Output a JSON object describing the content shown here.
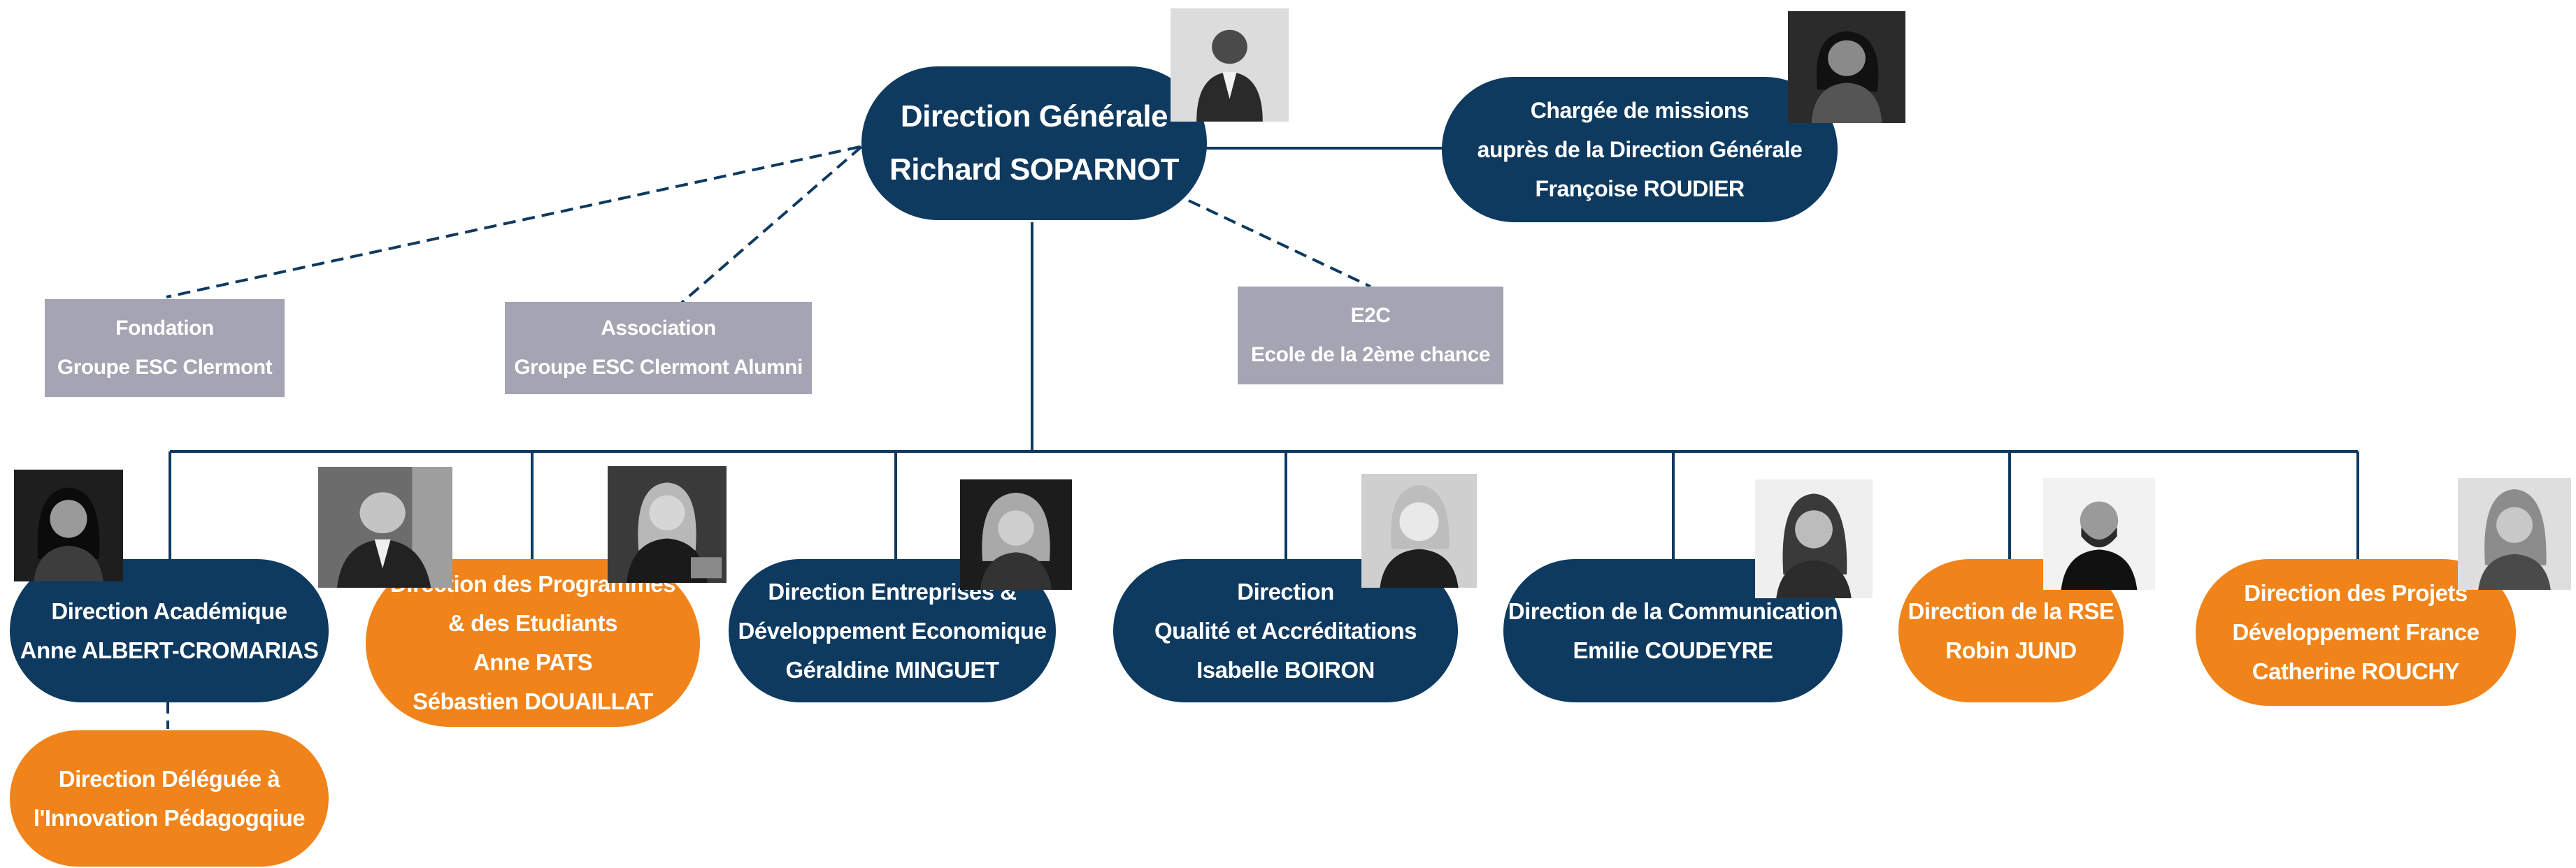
{
  "colors": {
    "navy": "#0e3a60",
    "orange": "#f08319",
    "gray_box": "#a4a4b2",
    "connector": "#0e3a60"
  },
  "directeur_general": {
    "lines": [
      "Direction Générale",
      "Richard SOPARNOT"
    ],
    "photo_icon": "portrait-photo"
  },
  "chargee_missions": {
    "lines": [
      "Chargée de missions",
      "auprès de la Direction Générale",
      "Françoise ROUDIER"
    ],
    "photo_icon": "portrait-photo"
  },
  "affiliates": [
    {
      "lines": [
        "Fondation",
        "Groupe ESC Clermont"
      ]
    },
    {
      "lines": [
        "Association",
        "Groupe ESC Clermont Alumni"
      ]
    },
    {
      "lines": [
        "E2C",
        "Ecole de la 2ème chance"
      ]
    }
  ],
  "directions": [
    {
      "lines": [
        "Direction Académique",
        "Anne ALBERT-CROMARIAS"
      ],
      "color": "navy"
    },
    {
      "lines": [
        "Direction des Programmes",
        "& des Etudiants",
        "Anne PATS",
        "Sébastien DOUAILLAT"
      ],
      "color": "orange"
    },
    {
      "lines": [
        "Direction Entreprises &",
        "Développement Economique",
        "Géraldine MINGUET"
      ],
      "color": "navy"
    },
    {
      "lines": [
        "Direction",
        "Qualité et Accréditations",
        "Isabelle BOIRON"
      ],
      "color": "navy"
    },
    {
      "lines": [
        "Direction de la Communication",
        "Emilie COUDEYRE"
      ],
      "color": "navy"
    },
    {
      "lines": [
        "Direction de la RSE",
        "Robin JUND"
      ],
      "color": "orange"
    },
    {
      "lines": [
        "Direction des Projets",
        "Développement France",
        "Catherine ROUCHY"
      ],
      "color": "orange"
    }
  ],
  "sub_direction": {
    "lines": [
      "Direction Déléguée à",
      "l'Innovation Pédagogqiue"
    ],
    "color": "orange"
  }
}
